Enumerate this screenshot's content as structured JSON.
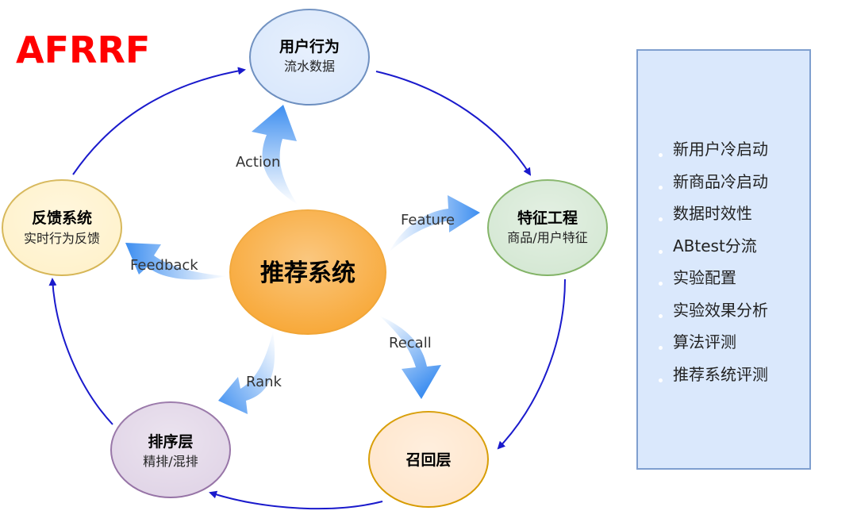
{
  "title": "AFRRF",
  "nodes": {
    "user_behavior": {
      "title": "用户行为",
      "subtitle": "流水数据"
    },
    "feature_engineering": {
      "title": "特征工程",
      "subtitle": "商品/用户特征"
    },
    "recall_layer": {
      "title": "召回层"
    },
    "ranking_layer": {
      "title": "排序层",
      "subtitle": "精排/混排"
    },
    "feedback_system": {
      "title": "反馈系统",
      "subtitle": "实时行为反馈"
    },
    "center": {
      "title": "推荐系统"
    }
  },
  "edge_labels": {
    "action": "Action",
    "feature": "Feature",
    "recall": "Recall",
    "rank": "Rank",
    "feedback": "Feedback"
  },
  "panel": {
    "items": [
      "新用户冷启动",
      "新商品冷启动",
      "数据时效性",
      "ABtest分流",
      "实验配置",
      "实验效果分析",
      "算法评测",
      "推荐系统评测"
    ]
  },
  "colors": {
    "title": "#ff0000",
    "user_behavior_fill": "#dae8fc",
    "feature_fill": "#d5e8d4",
    "recall_fill": "#ffe6cc",
    "ranking_fill": "#e1d5e7",
    "feedback_fill": "#fff2cc",
    "center_fill": "#f8a93a",
    "cycle_arrow": "#1a1acc",
    "panel_fill": "#dae8fc"
  }
}
